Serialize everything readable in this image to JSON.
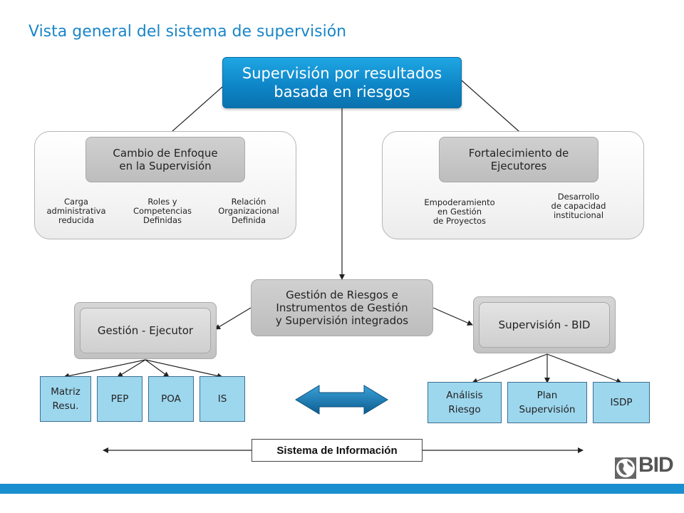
{
  "title": "Vista general del sistema de supervisión",
  "top": {
    "line1": "Supervisión por resultados",
    "line2": "basada en riesgos"
  },
  "left_panel": {
    "header": {
      "line1": "Cambio de Enfoque",
      "line2": "en la Supervisión"
    },
    "items": [
      "Carga\nadministrativa\nreducida",
      "Roles y\nCompetencias\nDefinidas",
      "Relación\nOrganizacional\nDefinida"
    ]
  },
  "right_panel": {
    "header": {
      "line1": "Fortalecimiento de",
      "line2": "Ejecutores"
    },
    "items": [
      "Empoderamiento\nen Gestión\nde Proyectos",
      "Desarrollo\nde capacidad\ninstitucional"
    ]
  },
  "center": {
    "line1": "Gestión de Riesgos e",
    "line2": "Instrumentos de Gestión",
    "line3": "y Supervisión integrados"
  },
  "left_frame_label": "Gestión - Ejecutor",
  "right_frame_label": "Supervisión - BID",
  "left_boxes": [
    "Matriz\nResu.",
    "PEP",
    "POA",
    "IS"
  ],
  "right_boxes": [
    "Análisis\nRiesgo",
    "Plan\nSupervisión",
    "ISDP"
  ],
  "info_system": "Sistema de Información",
  "logo": "BID",
  "colors": {
    "title": "#1a86c8",
    "top_box": "#0e86c8",
    "light_blue": "#9dd7ee",
    "bar": "#1a8fcf"
  }
}
